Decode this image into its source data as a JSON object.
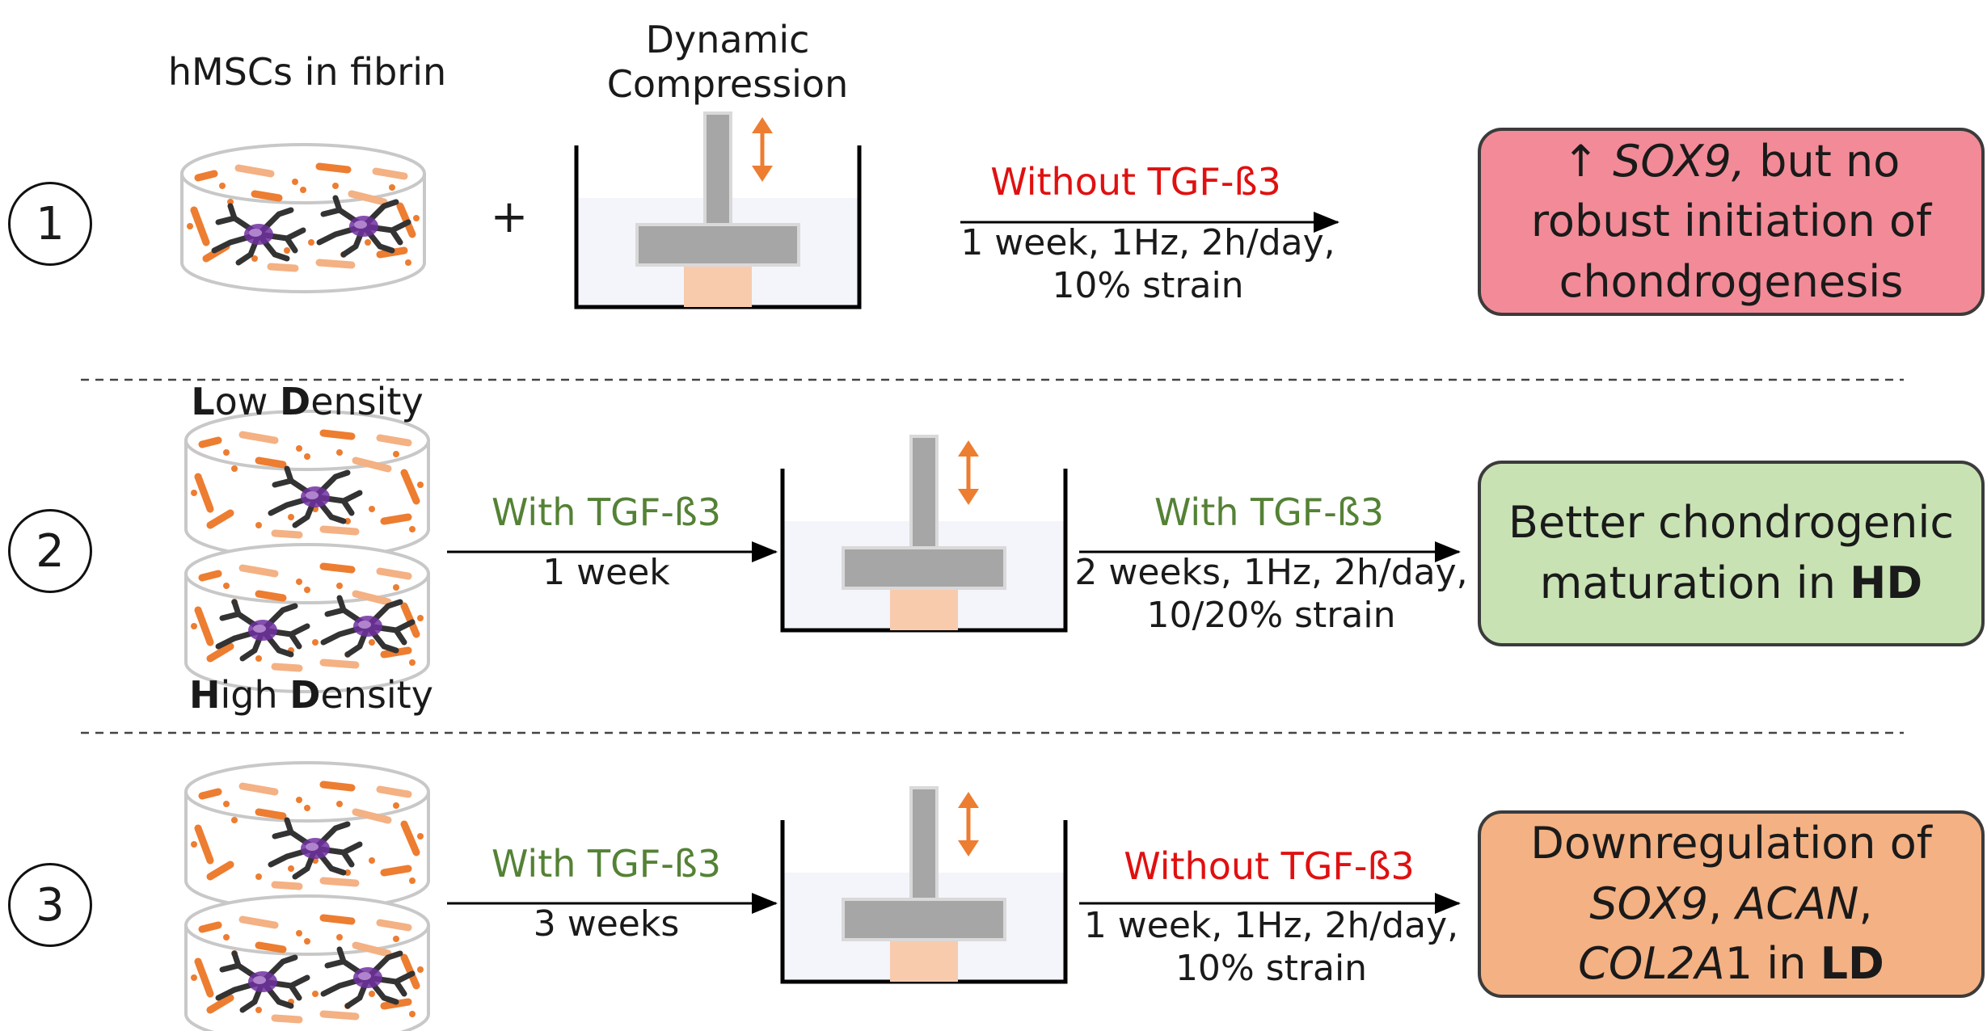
{
  "header": {
    "cells_label": "hMSCs in fibrin",
    "compression_line1": "Dynamic",
    "compression_line2": "Compression",
    "plus": "+"
  },
  "rows": [
    {
      "number": "1",
      "arrow": {
        "condition": "Without TGF-ß3",
        "line1": "1 week, 1Hz, 2h/day,",
        "line2": "10% strain"
      },
      "result": {
        "arrow_symbol": "↑",
        "gene": "SOX9,",
        "rest1": " but no",
        "line2": "robust initiation of",
        "line3": "chondrogenesis"
      }
    },
    {
      "number": "2",
      "low_density": {
        "l": "L",
        "ow": "ow ",
        "d": "D",
        "ensity": "ensity"
      },
      "high_density": {
        "h": "H",
        "igh": "igh ",
        "d": "D",
        "ensity": "ensity"
      },
      "preculture": {
        "condition": "With TGF-ß3",
        "duration": "1 week"
      },
      "arrow": {
        "condition": "With TGF-ß3",
        "line1": "2 weeks, 1Hz, 2h/day,",
        "line2": "10/20% strain"
      },
      "result": {
        "line1": "Better chondrogenic",
        "line2_pre": "maturation in ",
        "line2_bold": "HD"
      }
    },
    {
      "number": "3",
      "preculture": {
        "condition": "With TGF-ß3",
        "duration": "3 weeks"
      },
      "arrow": {
        "condition": "Without TGF-ß3",
        "line1": "1 week, 1Hz, 2h/day,",
        "line2": "10% strain"
      },
      "result": {
        "line1": "Downregulation of",
        "gene1": "SOX9",
        "sep1": ", ",
        "gene2": "ACAN",
        "sep2": ",",
        "gene3": "COL2A",
        "gene3_num": "1",
        "in": " in ",
        "bold": "LD"
      }
    }
  ],
  "colors": {
    "result1_fill": "#f28b97",
    "result2_fill": "#c8e2b4",
    "result3_fill": "#f4b183",
    "orange": "#ed7d31",
    "red_text": "#e01010",
    "green_text": "#548235",
    "rod_gray": "#a6a6a6",
    "sample_peach": "#f8cbad"
  }
}
